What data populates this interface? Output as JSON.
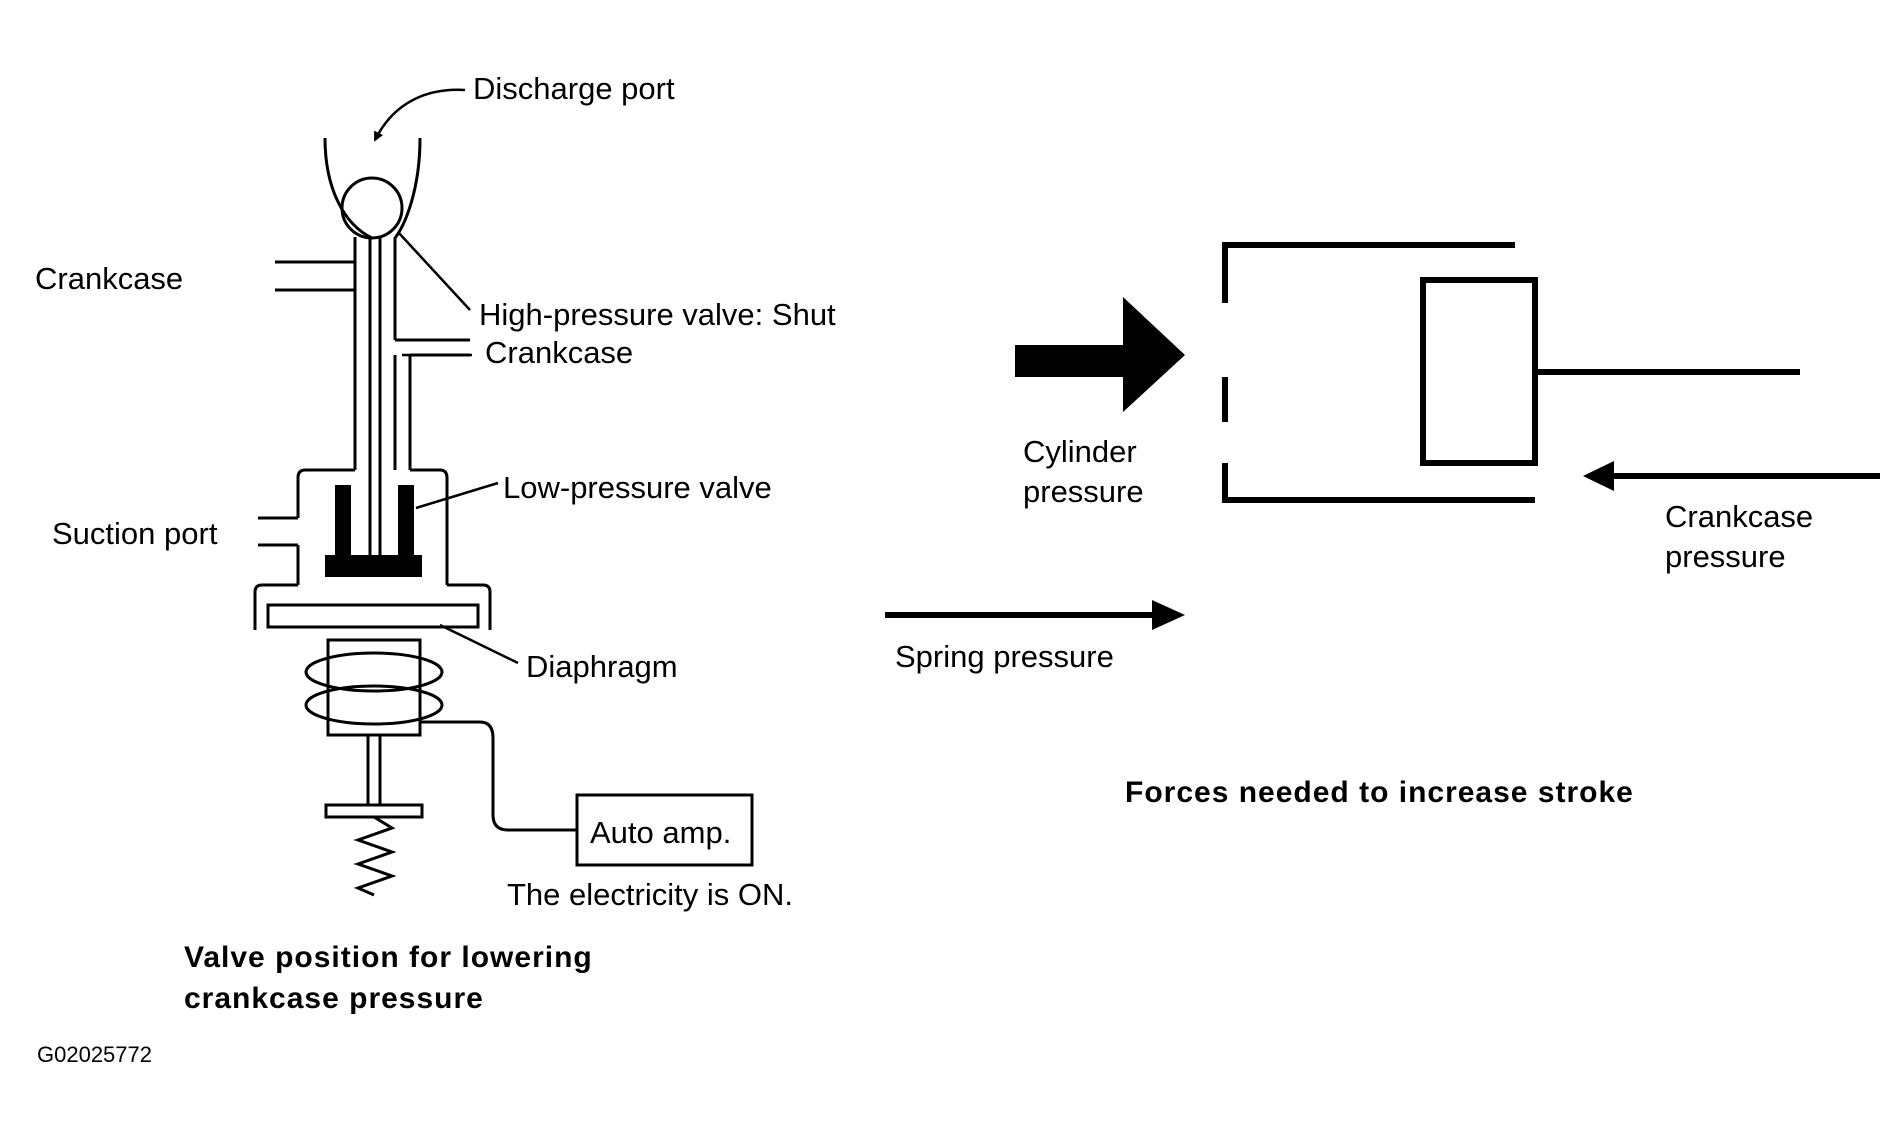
{
  "left_diagram": {
    "labels": {
      "discharge_port": "Discharge port",
      "crankcase_left": "Crankcase",
      "high_pressure_valve": "High-pressure valve: Shut",
      "crankcase_right": "Crankcase",
      "low_pressure_valve": "Low-pressure valve",
      "suction_port": "Suction port",
      "diaphragm": "Diaphragm",
      "auto_amp": "Auto amp.",
      "electricity_status": "The electricity is ON."
    },
    "caption_line1": "Valve position for lowering",
    "caption_line2": "crankcase pressure"
  },
  "right_diagram": {
    "labels": {
      "cylinder_pressure_line1": "Cylinder",
      "cylinder_pressure_line2": "pressure",
      "crankcase_pressure_line1": "Crankcase",
      "crankcase_pressure_line2": "pressure",
      "spring_pressure": "Spring pressure"
    },
    "caption": "Forces needed to increase stroke"
  },
  "figure_code": "G02025772",
  "colors": {
    "ink": "#000000",
    "background": "#ffffff"
  }
}
